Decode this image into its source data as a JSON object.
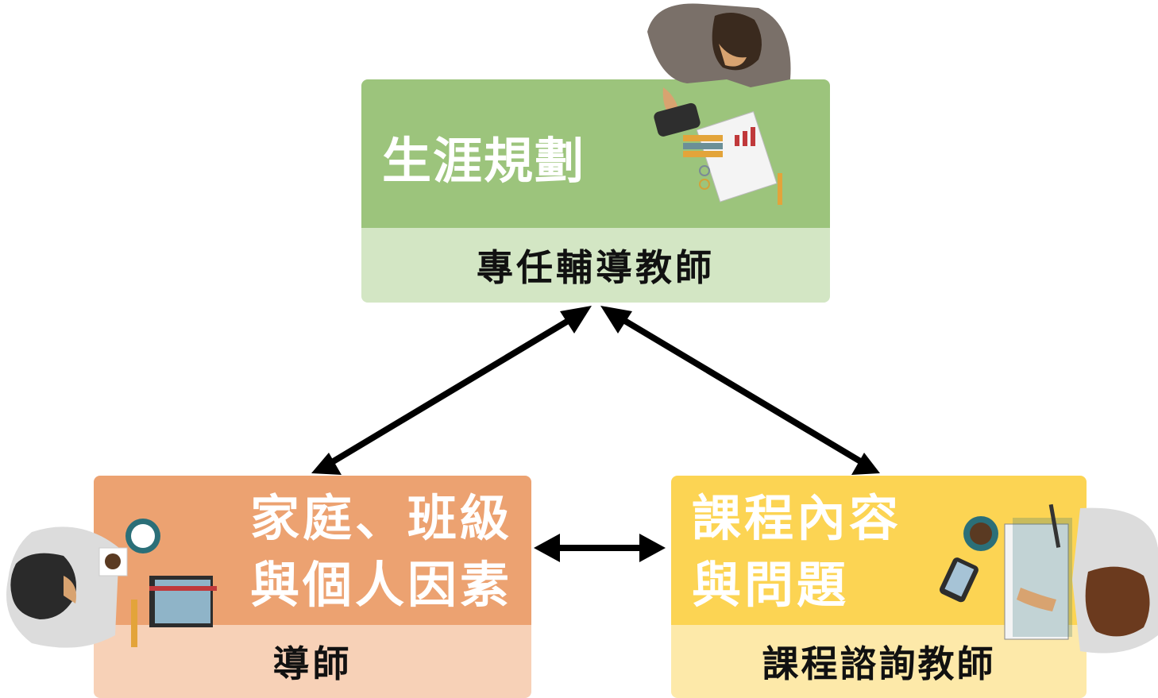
{
  "nodes": {
    "career": {
      "title": "生涯規劃",
      "role": "專任輔導教師",
      "color": "#9cc47c",
      "role_bg": "#d3e6c4"
    },
    "family": {
      "title": "家庭、班級\n與個人因素",
      "role": "導師",
      "color": "#eca271",
      "role_bg": "#f7d1b7"
    },
    "course": {
      "title": "課程內容\n與問題",
      "role": "課程諮詢教師",
      "color": "#fcd453",
      "role_bg": "#fde9a9"
    }
  },
  "edges": [
    {
      "from": "career",
      "to": "family",
      "type": "bidirectional"
    },
    {
      "from": "career",
      "to": "course",
      "type": "bidirectional"
    },
    {
      "from": "family",
      "to": "course",
      "type": "bidirectional"
    }
  ],
  "illustrations": [
    "person-with-phone-and-documents",
    "person-with-coffee-and-books",
    "person-with-notebook-and-phone"
  ]
}
